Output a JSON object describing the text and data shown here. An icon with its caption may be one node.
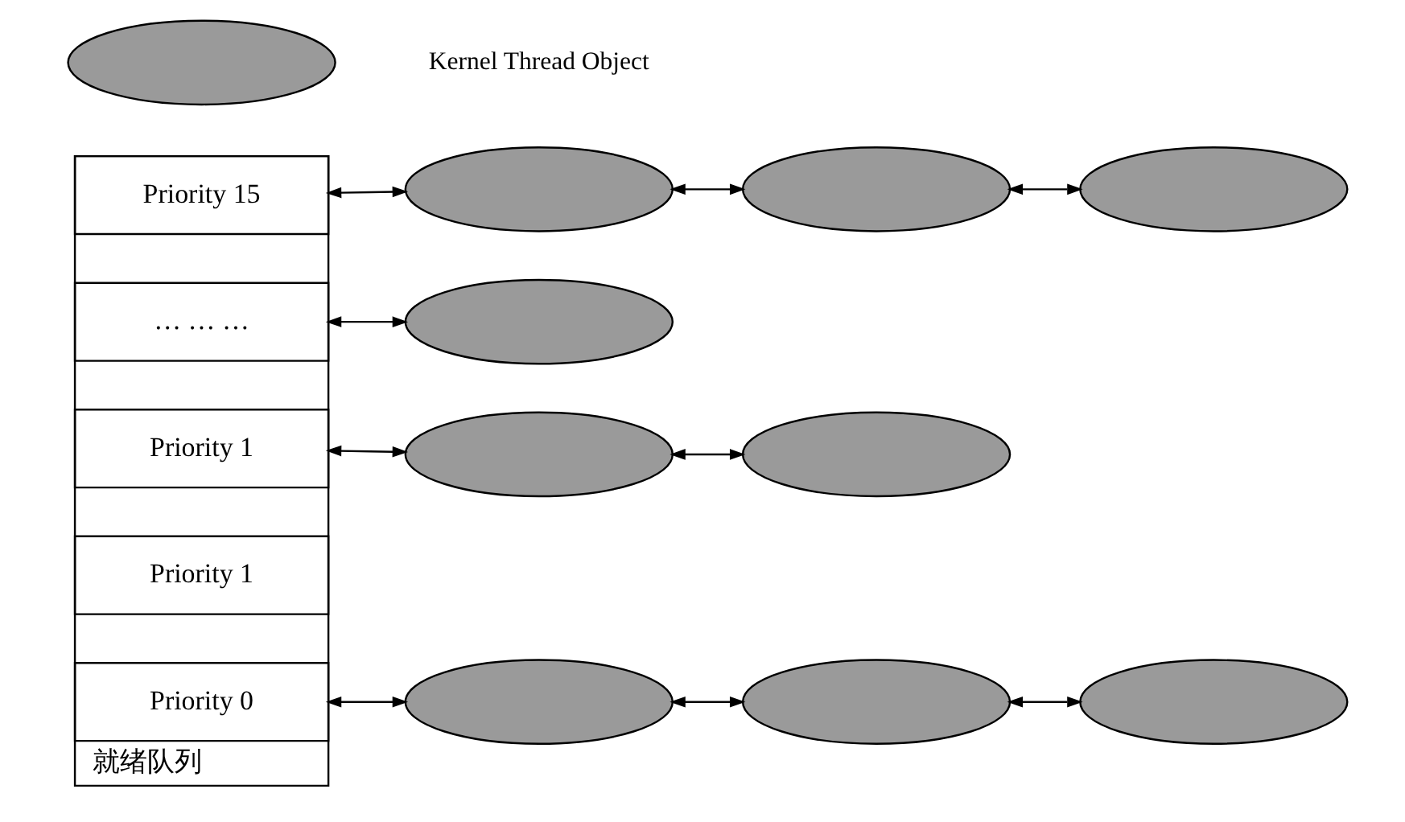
{
  "diagram": {
    "nodes": [
      {
        "text": [
          "就绪队列"
        ]
      },
      {
        "text": [
          "Priority 0"
        ],
        "in": 0
      },
      {
        "text": [
          "Priority 1"
        ],
        "in": 0
      },
      {
        "text": [
          "Priority 1"
        ],
        "in": 0
      },
      {
        "text": [
          "… … …"
        ],
        "in": 0
      },
      {
        "text": [
          "Priority 15"
        ],
        "in": 0
      },
      {
        "text": [],
        "shape": "ellipse"
      },
      {
        "text": [],
        "shape": "ellipse"
      },
      {
        "text": [],
        "shape": "ellipse"
      },
      {
        "text": [],
        "shape": "ellipse"
      },
      {
        "text": [],
        "shape": "ellipse"
      },
      {
        "text": [],
        "shape": "ellipse"
      },
      {
        "text": [],
        "shape": "ellipse"
      },
      {
        "text": [],
        "shape": "ellipse"
      },
      {
        "text": [],
        "shape": "ellipse"
      },
      {
        "text": [],
        "shape": "ellipse",
        "beside": [
          "Kernel Thread Object"
        ]
      }
    ],
    "edges": [
      {
        "from": 1,
        "to": 6,
        "arrow": "both"
      },
      {
        "from": 6,
        "to": 7,
        "arrow": "both"
      },
      {
        "from": 7,
        "to": 8,
        "arrow": "both"
      },
      {
        "from": 3,
        "to": 9,
        "arrow": "both"
      },
      {
        "from": 9,
        "to": 10,
        "arrow": "both"
      },
      {
        "from": 4,
        "to": 11,
        "arrow": "both"
      },
      {
        "from": 5,
        "to": 12,
        "arrow": "both"
      },
      {
        "from": 12,
        "to": 13,
        "arrow": "both"
      },
      {
        "from": 13,
        "to": 14,
        "arrow": "both"
      }
    ]
  }
}
